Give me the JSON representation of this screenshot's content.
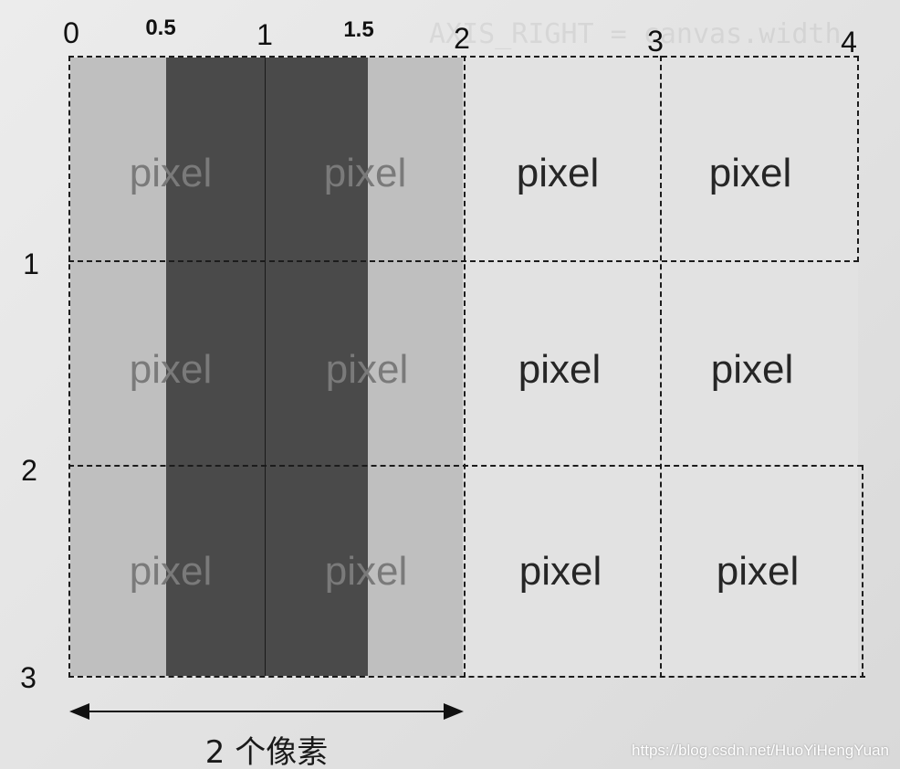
{
  "diagram": {
    "cell_label": "pixel",
    "x_ticks": [
      "0",
      "0.5",
      "1",
      "1.5",
      "2",
      "3",
      "4"
    ],
    "y_ticks": [
      "1",
      "2",
      "3"
    ],
    "line_center_x": "1",
    "line_span": {
      "from": "0.5",
      "to": "1.5"
    },
    "arrow_caption": "2 个像素",
    "colors": {
      "band_dark": "#4a4a4a",
      "band_light": "#bfbfbf",
      "cell": "#e2e2e2",
      "grid_line": "#1c1c1c"
    }
  },
  "watermark": "https://blog.csdn.net/HuoYiHengYuan"
}
